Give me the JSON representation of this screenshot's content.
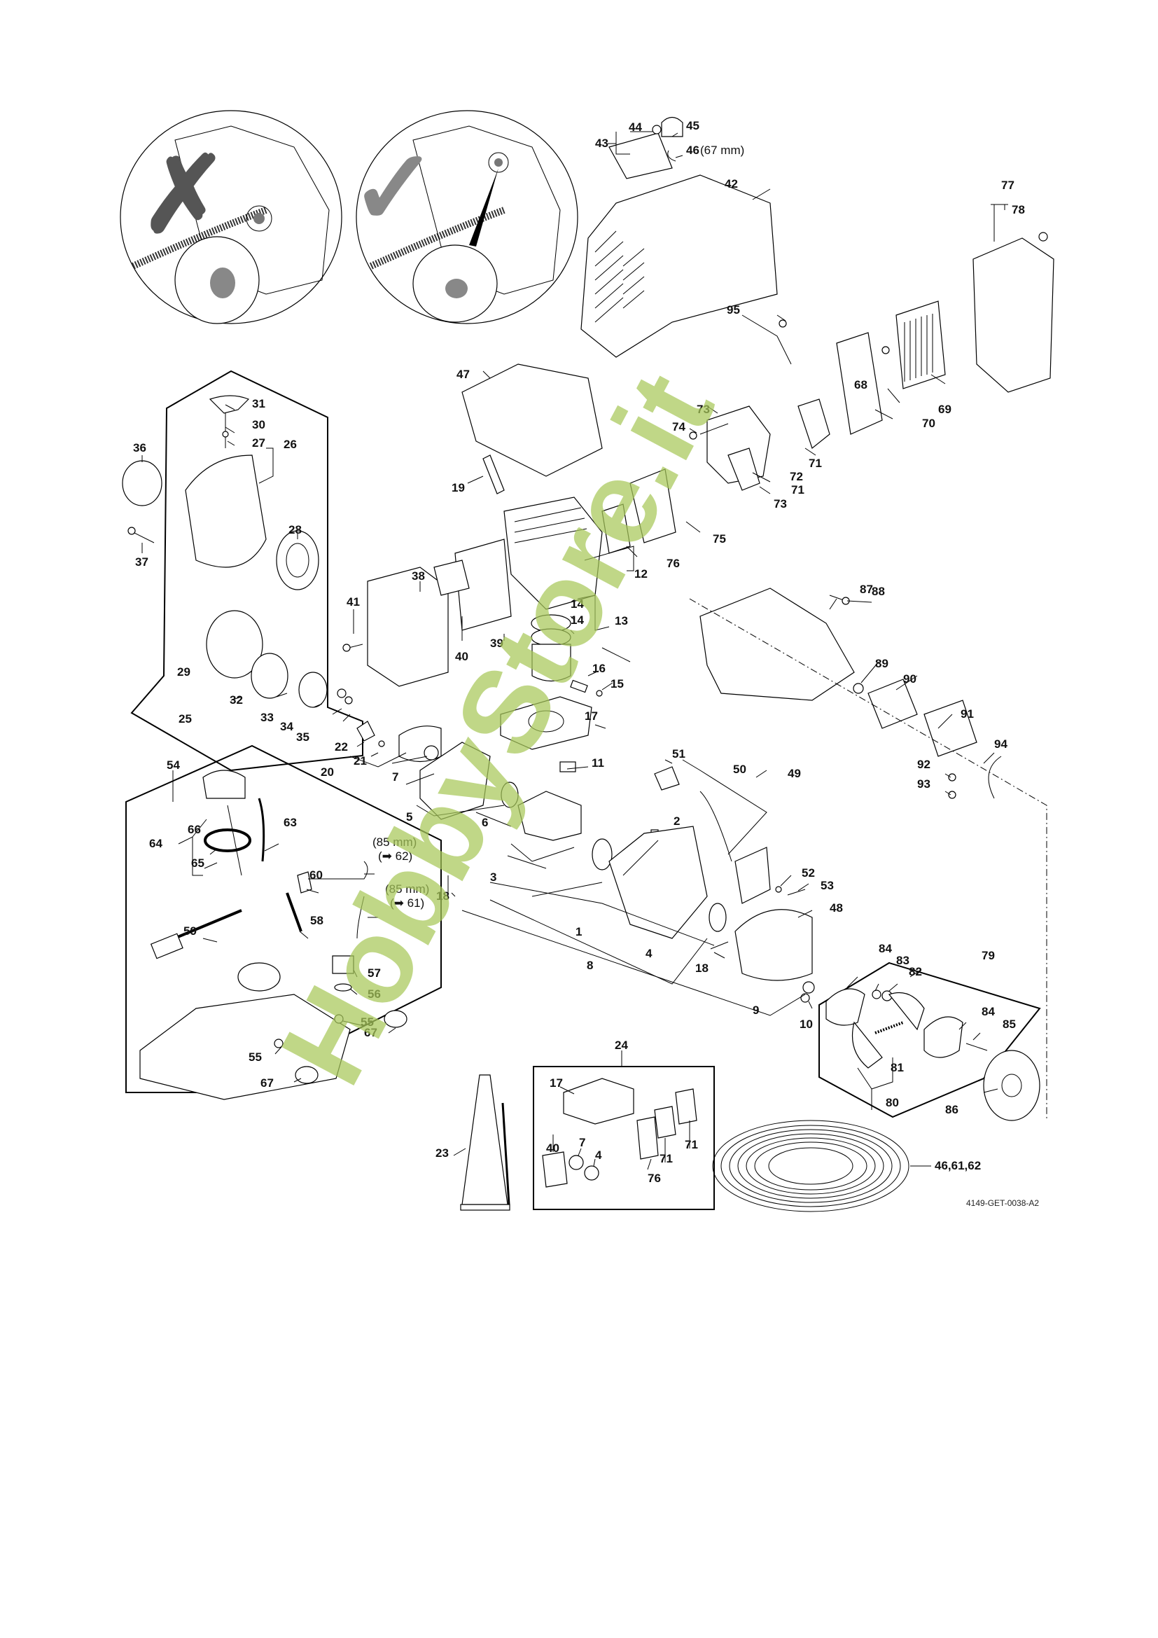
{
  "diagram": {
    "drawing_code": "4149-GET-0038-A2",
    "watermark": "HobbyStore.it",
    "accent_color": "#a8c95a",
    "inset_wrong_symbol": "✗",
    "inset_correct_symbol": "✓",
    "notes": {
      "n46": "(67 mm)",
      "n62_len": "(85 mm)",
      "n62_ref": "(➡ 62)",
      "n61_len": "(85 mm)",
      "n61_ref": "(➡ 61)",
      "coil": "46,61,62"
    },
    "labels": {
      "p1": "1",
      "p2": "2",
      "p3": "3",
      "p4": "4",
      "p4b": "4",
      "p5": "5",
      "p6": "6",
      "p7": "7",
      "p7b": "7",
      "p8": "8",
      "p9": "9",
      "p10": "10",
      "p11": "11",
      "p12": "12",
      "p13": "13",
      "p14a": "14",
      "p14b": "14",
      "p15": "15",
      "p16": "16",
      "p17": "17",
      "p17b": "17",
      "p18a": "18",
      "p18b": "18",
      "p19": "19",
      "p20": "20",
      "p21": "21",
      "p22": "22",
      "p23": "23",
      "p24": "24",
      "p25": "25",
      "p26": "26",
      "p27": "27",
      "p28": "28",
      "p29": "29",
      "p30": "30",
      "p31": "31",
      "p32": "32",
      "p33": "33",
      "p34": "34",
      "p35": "35",
      "p36": "36",
      "p37": "37",
      "p38": "38",
      "p39": "39",
      "p40": "40",
      "p40b": "40",
      "p41": "41",
      "p42": "42",
      "p43": "43",
      "p44": "44",
      "p45": "45",
      "p46": "46",
      "p47": "47",
      "p48": "48",
      "p49": "49",
      "p50": "50",
      "p51": "51",
      "p52": "52",
      "p53": "53",
      "p54": "54",
      "p55a": "55",
      "p55b": "55",
      "p56": "56",
      "p57": "57",
      "p58": "58",
      "p59": "59",
      "p60": "60",
      "p63": "63",
      "p64": "64",
      "p65": "65",
      "p66": "66",
      "p67a": "67",
      "p67b": "67",
      "p68": "68",
      "p69": "69",
      "p70": "70",
      "p71a": "71",
      "p71b": "71",
      "p71c": "71",
      "p72": "72",
      "p73a": "73",
      "p73b": "73",
      "p74": "74",
      "p75": "75",
      "p76": "76",
      "p76b": "76",
      "p77": "77",
      "p78": "78",
      "p79": "79",
      "p80": "80",
      "p81": "81",
      "p82": "82",
      "p83": "83",
      "p84a": "84",
      "p84b": "84",
      "p85": "85",
      "p86": "86",
      "p87": "87",
      "p88": "88",
      "p89": "89",
      "p90": "90",
      "p91": "91",
      "p92": "92",
      "p93": "93",
      "p94": "94",
      "p95": "95"
    }
  }
}
